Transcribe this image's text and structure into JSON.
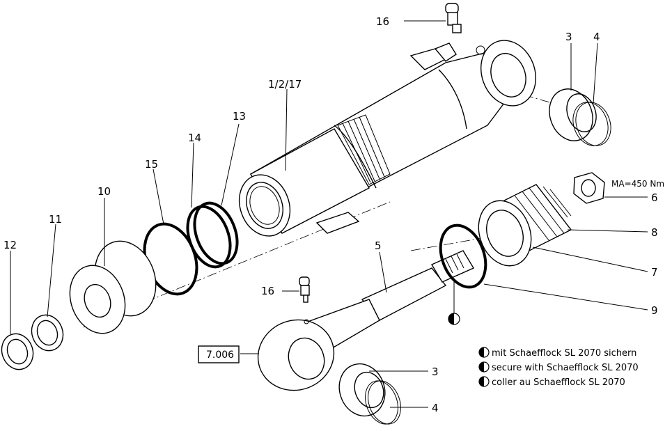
{
  "parts": {
    "p16_top": "16",
    "p3_top": "3",
    "p4_top": "4",
    "p1217": "1/2/17",
    "p13": "13",
    "p14": "14",
    "p15": "15",
    "p10": "10",
    "p11": "11",
    "p12": "12",
    "p5": "5",
    "p6": "6",
    "p8": "8",
    "p7": "7",
    "p9": "9",
    "p16_bottom": "16",
    "p3_bottom": "3",
    "p4_bottom": "4"
  },
  "torque": "MA=450 Nm",
  "ref_box": "7.006",
  "legend": [
    "mit Schaefflock SL 2070 sichern",
    "secure with Schaefflock SL 2070",
    "coller au Schaefflock SL 2070"
  ],
  "icons": [
    "half-filled-circle-icon"
  ]
}
